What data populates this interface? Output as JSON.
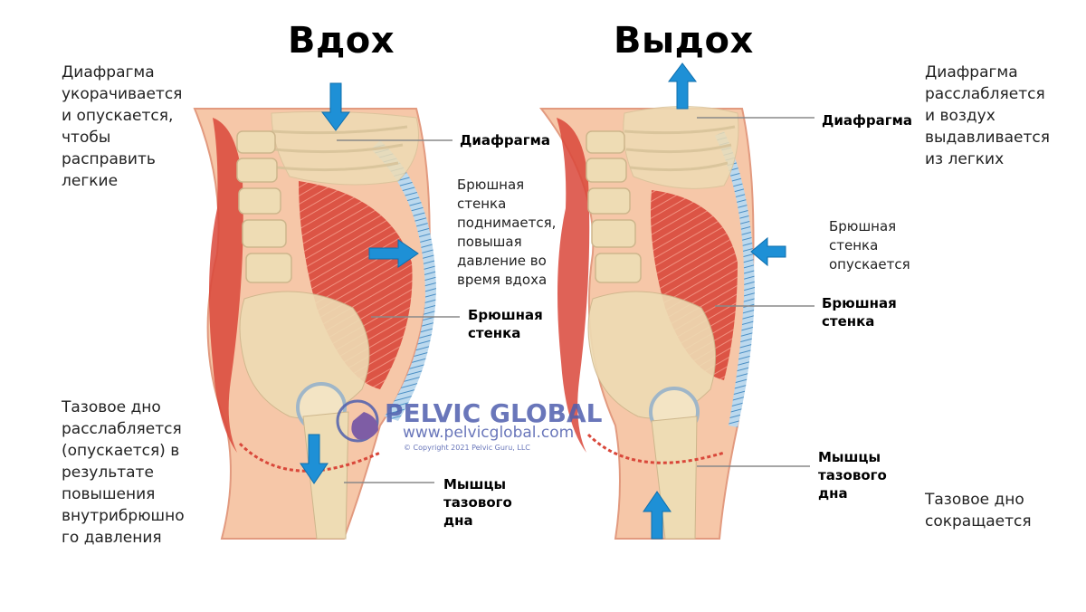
{
  "inhale": {
    "title": "Вдох",
    "diaphragm_note": "Диафрагма\nукорачивается\nи опускается,\nчтобы\nрасправить\nлегкие",
    "pelvic_note": "Тазовое дно\nрасслабляется\n(опускается) в\nрезультате\nповышения\nвнутрибрюшно\nго давления",
    "label_diaphragm": "Диафрагма",
    "abdominal_note": "Брюшная\nстенка\nподнимается,\nповышая\nдавление во\nвремя вдоха",
    "label_abdominal": "Брюшная\nстенка",
    "label_pelvic": "Мышцы\nтазового\nдна"
  },
  "exhale": {
    "title": "Выдох",
    "diaphragm_note": "Диафрагма\nрасслабляется\nи воздух\nвыдавливается\nиз легких",
    "label_diaphragm": "Диафрагма",
    "abdominal_note": "Брюшная\nстенка\nопускается",
    "label_abdominal": "Брюшная\nстенка",
    "label_pelvic": "Мышцы\nтазового\nдна",
    "pelvic_note": "Тазовое дно\nсокращается"
  },
  "watermark": {
    "brand": "PELVIC GLOBAL",
    "url": "www.pelvicglobal.com",
    "copyright": "© Copyright 2021 Pelvic Guru, LLC"
  },
  "colors": {
    "arrow": "#1e90d6",
    "skin": "#f6c7a8",
    "muscle": "#d9473a",
    "bone": "#eedcb4",
    "abdominal_wall": "#5a9fd0"
  }
}
